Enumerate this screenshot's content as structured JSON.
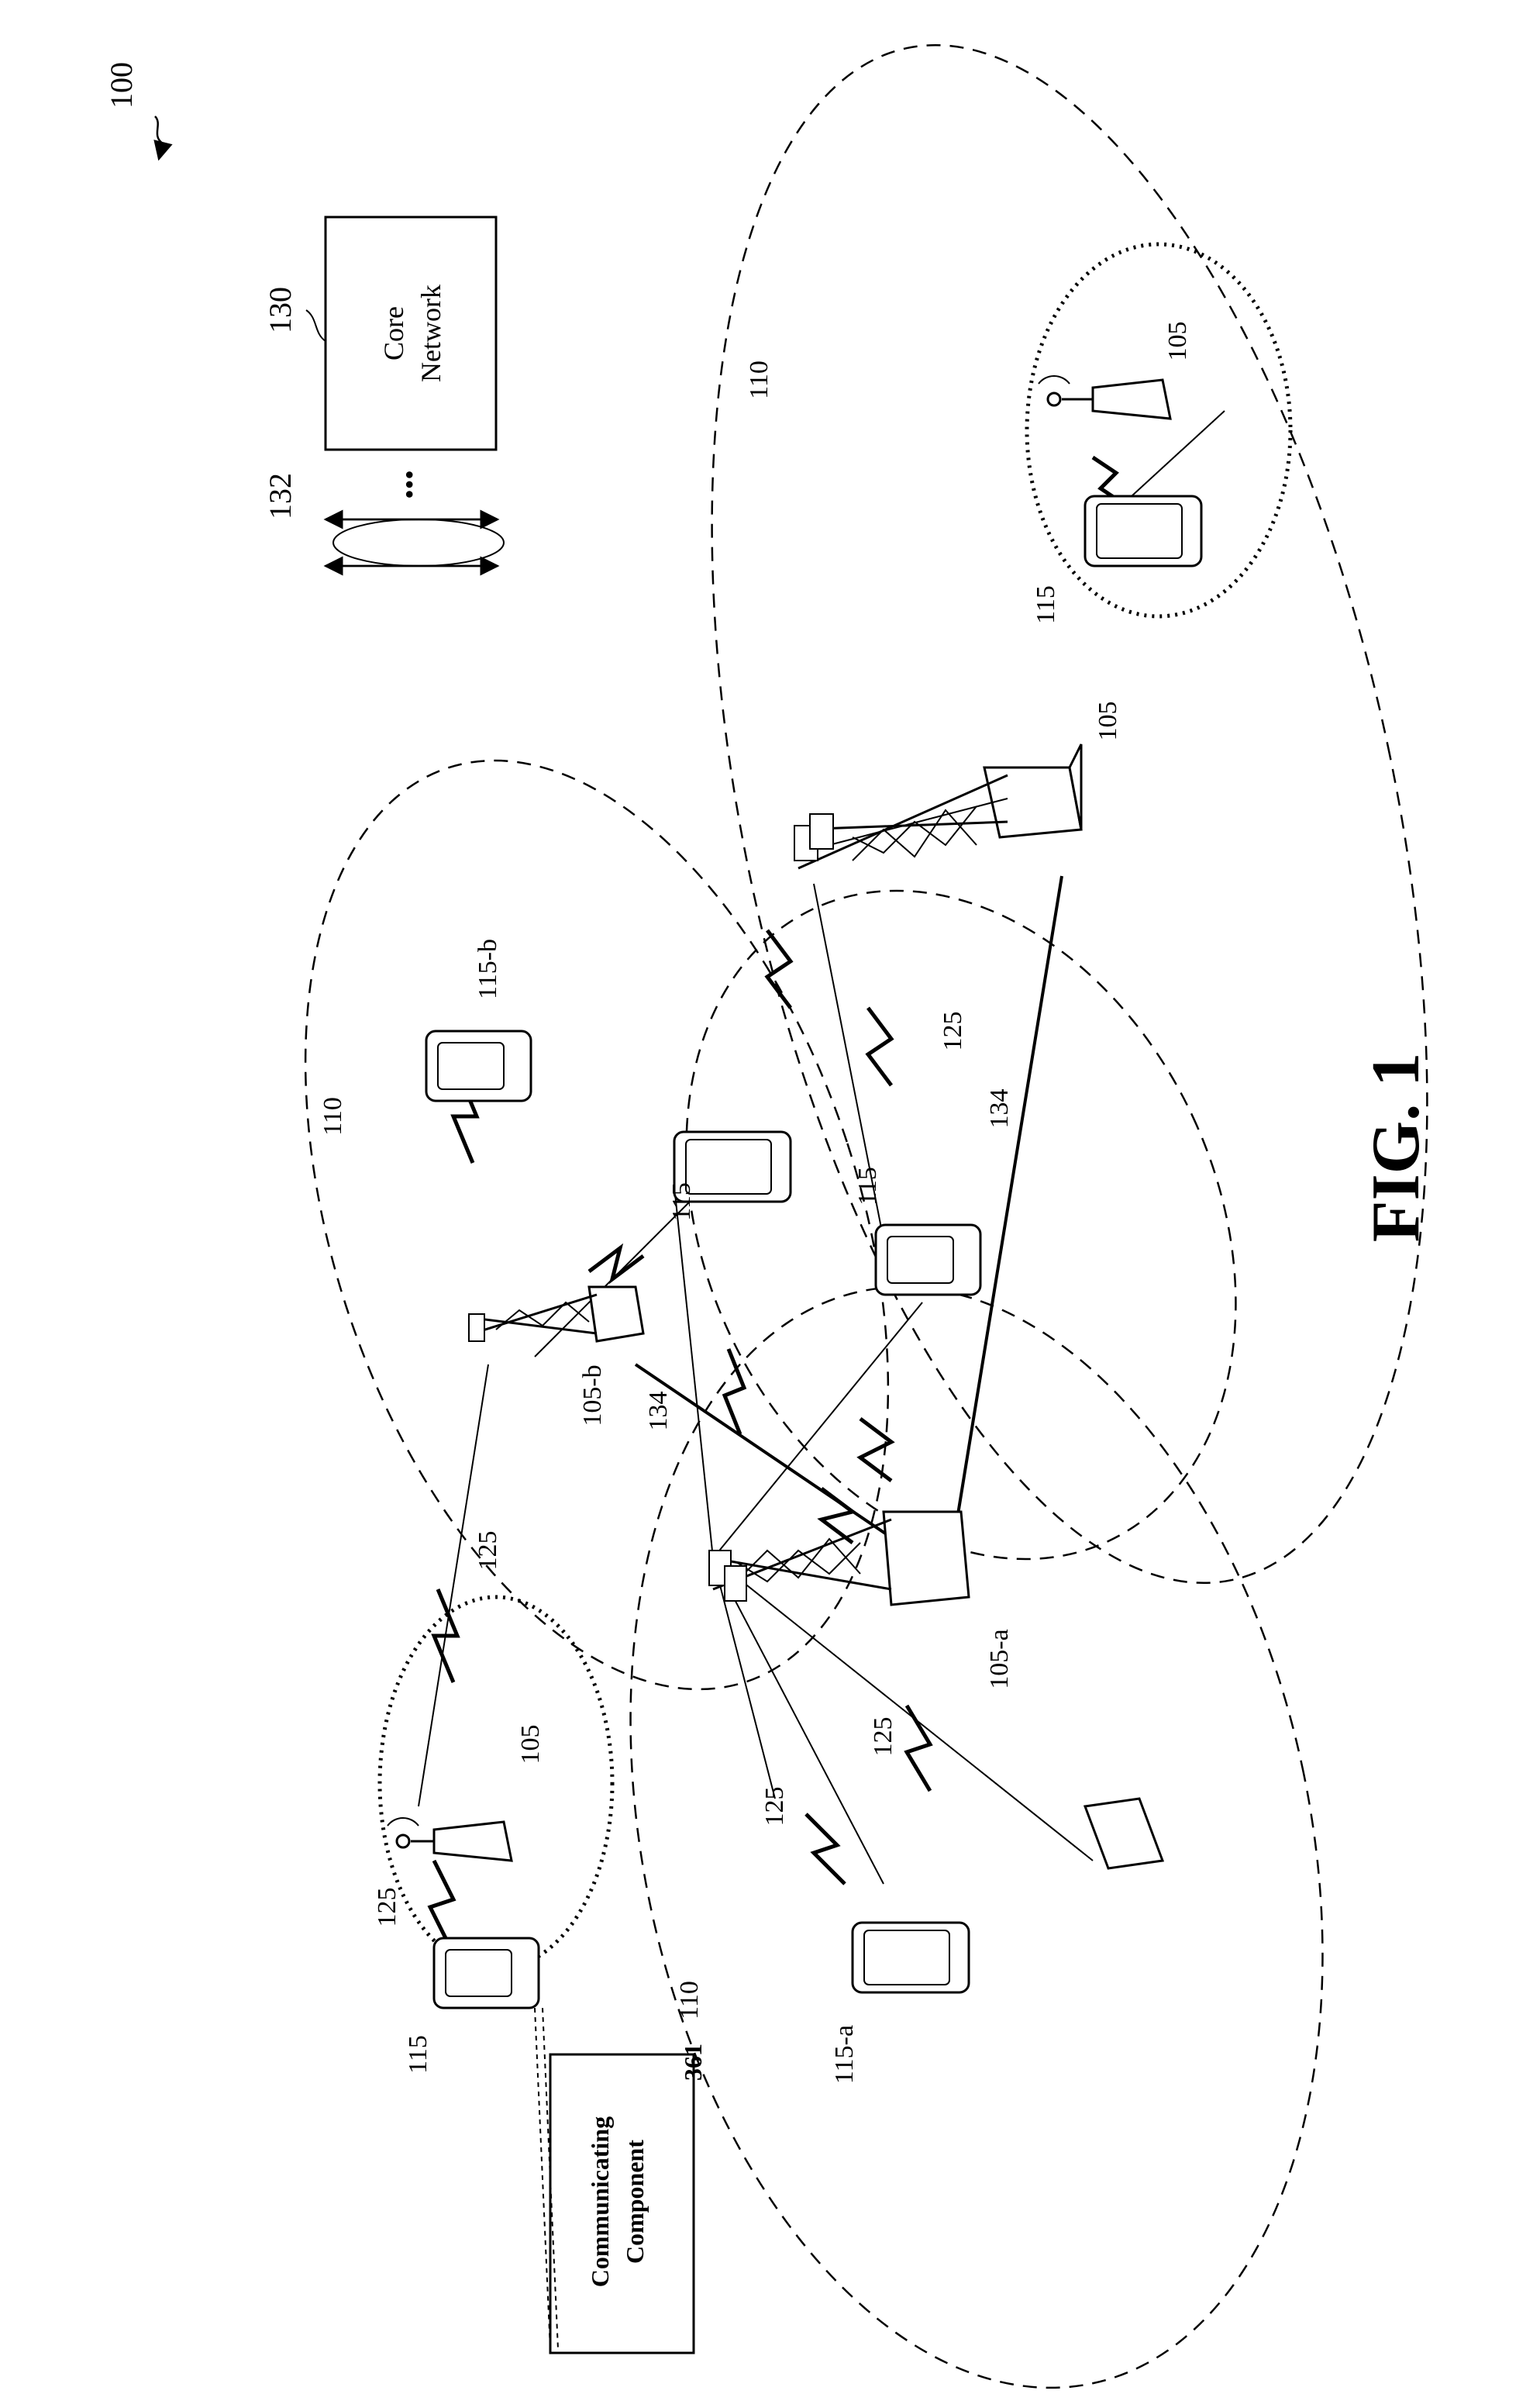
{
  "figure": {
    "ref_main": "100",
    "fig_title": "FIG. 1",
    "core_network": {
      "ref": "130",
      "line1": "Core",
      "line2": "Network"
    },
    "backhaul": {
      "ref": "132",
      "dots": "•••"
    },
    "component": {
      "ref": "361",
      "line1": "Communicating",
      "line2": "Component"
    },
    "labels": {
      "coverage": "110",
      "base_station": "105",
      "base_station_a": "105-a",
      "base_station_b": "105-b",
      "ue": "115",
      "ue_a": "115-a",
      "ue_b": "115-b",
      "link": "125",
      "backhaul_link": "134"
    }
  }
}
